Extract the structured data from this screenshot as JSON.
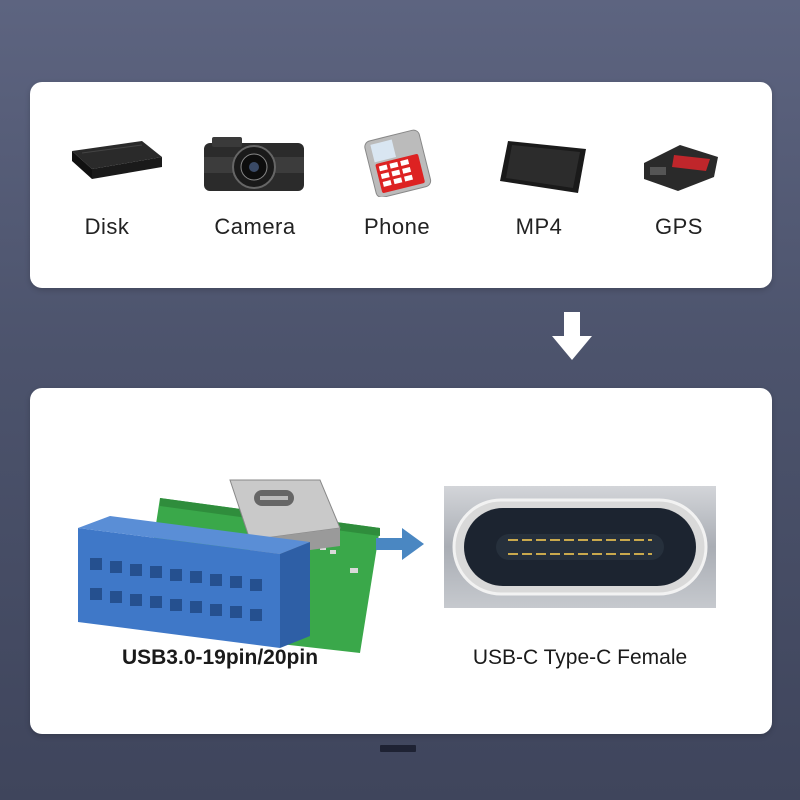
{
  "devices": [
    {
      "label": "Disk",
      "icon": "disk-icon"
    },
    {
      "label": "Camera",
      "icon": "camera-icon"
    },
    {
      "label": "Phone",
      "icon": "phone-icon"
    },
    {
      "label": "MP4",
      "icon": "mp4-player-icon"
    },
    {
      "label": "GPS",
      "icon": "gps-device-icon"
    }
  ],
  "connectors": {
    "source_label": "USB3.0-19pin/20pin",
    "target_label": "USB-C Type-C Female"
  },
  "colors": {
    "background": "#4c536c",
    "card": "#ffffff",
    "arrow": "#4a87c2",
    "header_blue": "#3f78c8",
    "pcb_green": "#3aa84a"
  }
}
